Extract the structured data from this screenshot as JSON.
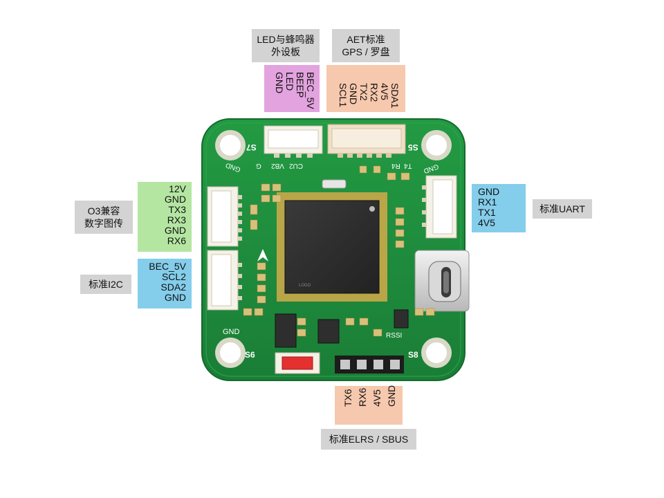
{
  "labels": {
    "led_module": [
      "LED与蜂鸣器",
      "外设板"
    ],
    "gps_module": [
      "AET标准",
      "GPS / 罗盘"
    ],
    "o3_module": [
      "O3兼容",
      "数字图传"
    ],
    "i2c_module": "标准I2C",
    "uart_module": "标准UART",
    "elrs_module": "标准ELRS / SBUS"
  },
  "pins": {
    "led": [
      "BEC_5V",
      "BEEP",
      "LED",
      "GND"
    ],
    "gps": [
      "SDA1",
      "4V5",
      "RX2",
      "TX2",
      "GND",
      "SCL1"
    ],
    "o3": [
      "12V",
      "GND",
      "TX3",
      "RX3",
      "GND",
      "RX6"
    ],
    "i2c": [
      "BEC_5V",
      "SCL2",
      "SDA2",
      "GND"
    ],
    "uart": [
      "GND",
      "RX1",
      "TX1",
      "4V5"
    ],
    "elrs": [
      "TX6",
      "RX6",
      "4V5",
      "GND"
    ]
  },
  "silkscreen": {
    "s7": "S7",
    "s5": "S5",
    "s6": "S6",
    "s8": "S8",
    "gnd_tl": "GND",
    "gnd_tr": "GND",
    "gnd_bl": "GND",
    "cu2": "CU2",
    "vb2": "VB2",
    "g": "G",
    "r4": "R4",
    "t4": "T4",
    "rssi": "RSSI"
  },
  "colors": {
    "pcb": "#1f8a3c",
    "pink": "#e2a3de",
    "peach": "#f6c8ad",
    "green": "#b4e6a2",
    "blue": "#84cdeb",
    "gray": "#d3d3d3"
  }
}
